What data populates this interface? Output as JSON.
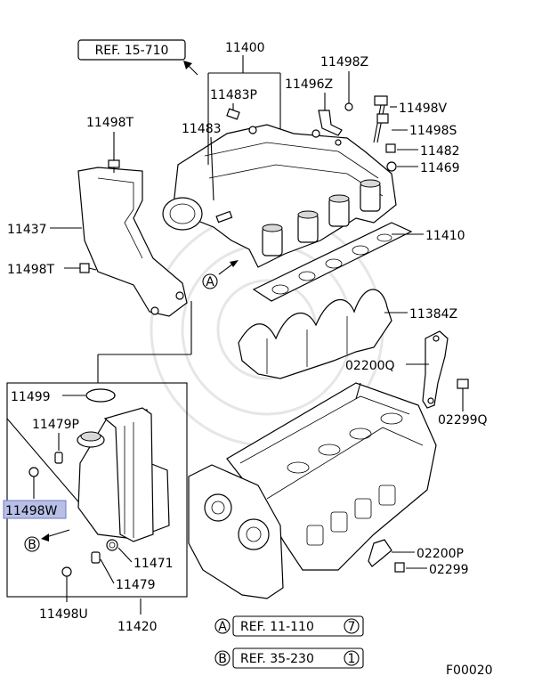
{
  "labels": {
    "11400": "11400",
    "11483P": "11483P",
    "11483": "11483",
    "11498T_top": "11498T",
    "11437": "11437",
    "11498T_side": "11498T",
    "11498Z": "11498Z",
    "11496Z": "11496Z",
    "11498V": "11498V",
    "11498S": "11498S",
    "11482": "11482",
    "11469": "11469",
    "11410": "11410",
    "11384Z": "11384Z",
    "02200Q": "02200Q",
    "02299Q": "02299Q",
    "11499": "11499",
    "11479P": "11479P",
    "11498W": "11498W",
    "11471": "11471",
    "11479": "11479",
    "11498U": "11498U",
    "11420": "11420",
    "02200P": "02200P",
    "02299": "02299"
  },
  "refs": {
    "top_ref": "REF. 15-710",
    "ref_a_letter": "A",
    "ref_a_text": "REF. 11-110",
    "ref_a_num": "7",
    "ref_b_letter": "B",
    "ref_b_text": "REF. 35-230",
    "ref_b_num": "1",
    "callout_a": "A",
    "callout_b": "B"
  },
  "figure_code": "F00020",
  "colors": {
    "highlight": "#b8bfe6",
    "line": "#000000"
  }
}
